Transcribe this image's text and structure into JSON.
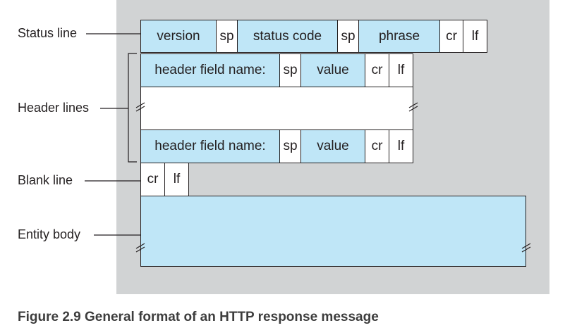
{
  "labels": {
    "status_line": "Status line",
    "header_lines": "Header lines",
    "blank_line": "Blank line",
    "entity_body": "Entity body"
  },
  "status_row": {
    "version": "version",
    "sp1": "sp",
    "status_code": "status code",
    "sp2": "sp",
    "phrase": "phrase",
    "cr": "cr",
    "lf": "lf"
  },
  "header_row": {
    "name": "header field name:",
    "sp": "sp",
    "value": "value",
    "cr": "cr",
    "lf": "lf"
  },
  "blank_row": {
    "cr": "cr",
    "lf": "lf"
  },
  "caption": "Figure 2.9 General format of an HTTP response message",
  "colors": {
    "panel": "#d1d3d4",
    "field": "#bfe6f7",
    "outline": "#231f20"
  }
}
